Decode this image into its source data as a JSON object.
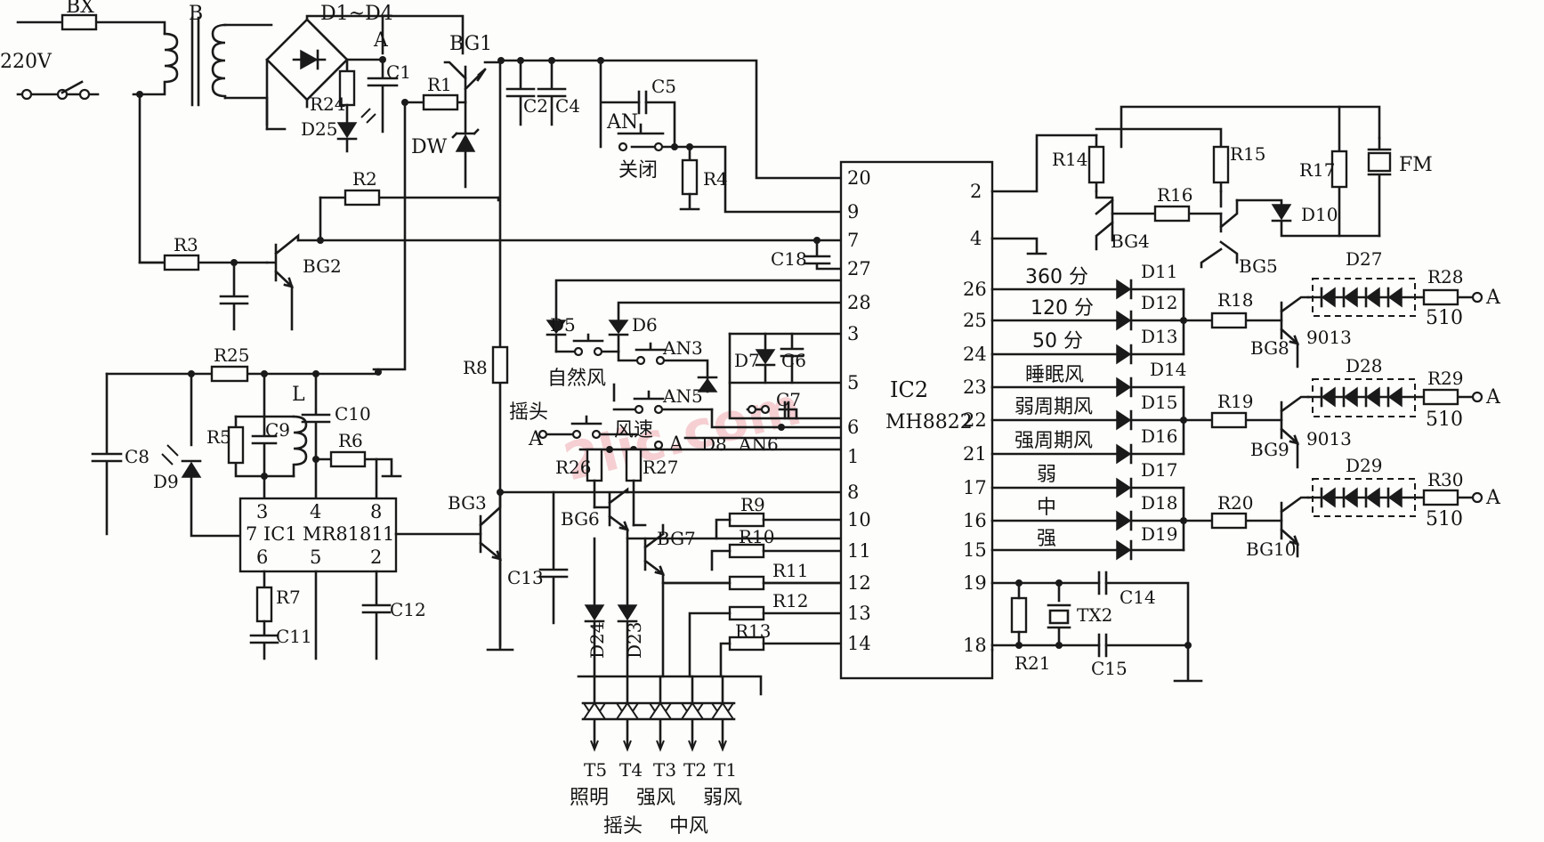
{
  "diagram": {
    "labels": {
      "bx": "BX",
      "b": "B",
      "mains": "220V",
      "bridge": "D1~D4",
      "node_a": "A",
      "bg1": "BG1",
      "c1": "C1",
      "r1": "R1",
      "r24": "R24",
      "d25": "D25",
      "dw": "DW",
      "c2": "C2",
      "c4": "C4",
      "c5": "C5",
      "an": "AN",
      "off": "关闭",
      "r4": "R4",
      "r2": "R2",
      "r3": "R3",
      "bg2": "BG2",
      "c18": "C18",
      "r25": "R25",
      "l": "L",
      "c9": "C9",
      "r5": "R5",
      "c10": "C10",
      "r6": "R6",
      "c8": "C8",
      "d9": "D9",
      "r7": "R7",
      "c11": "C11",
      "c12": "C12",
      "r8": "R8",
      "bg3": "BG3",
      "d5": "D5",
      "d6": "D6",
      "an3": "AN3",
      "natural_wind": "自然风",
      "d7": "D7",
      "c6": "C6",
      "an5": "AN5",
      "c7": "C7",
      "swing": "摇头",
      "wind_speed": "风速",
      "node_a2": "A",
      "d8": "D8",
      "an6": "AN6",
      "node_a3": "A",
      "r26": "R26",
      "r27": "R27",
      "bg6": "BG6",
      "bg7": "BG7",
      "c13": "C13",
      "d24": "D24",
      "d23": "D23",
      "r9": "R9",
      "r10": "R10",
      "r11": "R11",
      "r12": "R12",
      "r13": "R13",
      "r14": "R14",
      "r15": "R15",
      "r16": "R16",
      "r17": "R17",
      "fm": "FM",
      "bg4": "BG4",
      "bg5": "BG5",
      "d10": "D10",
      "d11": "D11",
      "d12": "D12",
      "d13": "D13",
      "d14": "D14",
      "d15": "D15",
      "d16": "D16",
      "d17": "D17",
      "d18": "D18",
      "d19": "D19",
      "r18": "R18",
      "r19": "R19",
      "r20": "R20",
      "bg8": "BG8",
      "bg9": "BG9",
      "bg10": "BG10",
      "t9013a": "9013",
      "t9013b": "9013",
      "d27": "D27",
      "d28": "D28",
      "d29": "D29",
      "r28": "R28",
      "r29": "R29",
      "r30": "R30",
      "v510a": "510",
      "v510b": "510",
      "v510c": "510",
      "out_a1": "A",
      "out_a2": "A",
      "out_a3": "A",
      "r21": "R21",
      "tx2": "TX2",
      "c14": "C14",
      "c15": "C15",
      "t5": "T5",
      "t4": "T4",
      "t3": "T3",
      "t2": "T2",
      "t1": "T1",
      "light": "照明",
      "strong_wind": "强风",
      "weak_wind": "弱风",
      "swing2": "摇头",
      "mid_wind": "中风"
    },
    "ic1": {
      "name": "IC1",
      "part": "MR8181",
      "pins": [
        "3",
        "4",
        "8",
        "7",
        "1",
        "6",
        "5",
        "2"
      ]
    },
    "ic2": {
      "name": "IC2",
      "part": "MH8822",
      "left_pins": [
        "20",
        "9",
        "7",
        "27",
        "28",
        "3",
        "5",
        "6",
        "1",
        "8",
        "10",
        "11",
        "12",
        "13",
        "14"
      ],
      "right_pins": [
        "2",
        "4",
        "26",
        "25",
        "24",
        "23",
        "22",
        "21",
        "17",
        "16",
        "15",
        "19",
        "18"
      ]
    },
    "indicators": [
      "360 分",
      "120 分",
      "50 分",
      "睡眠风",
      "弱周期风",
      "强周期风",
      "弱",
      "中",
      "强"
    ],
    "watermark": "2lic.com"
  }
}
